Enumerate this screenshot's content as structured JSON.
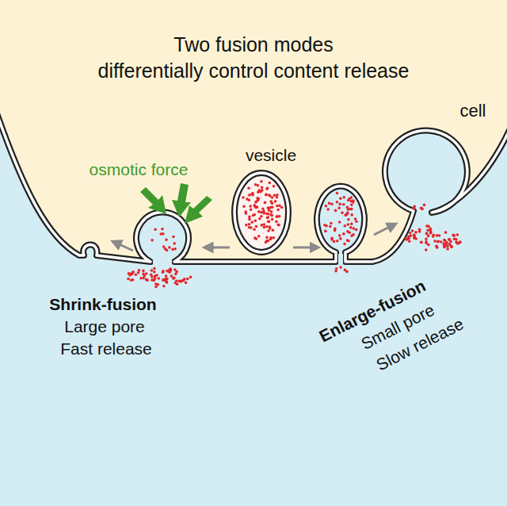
{
  "diagram": {
    "title": "Two fusion modes differentially control content release",
    "labels": [
      "cell",
      "osmotic force",
      "vesicle",
      "Shrink-fusion",
      "Large pore",
      "Fast release",
      "Enlarge-fusion",
      "Small pore",
      "Slow release"
    ]
  }
}
